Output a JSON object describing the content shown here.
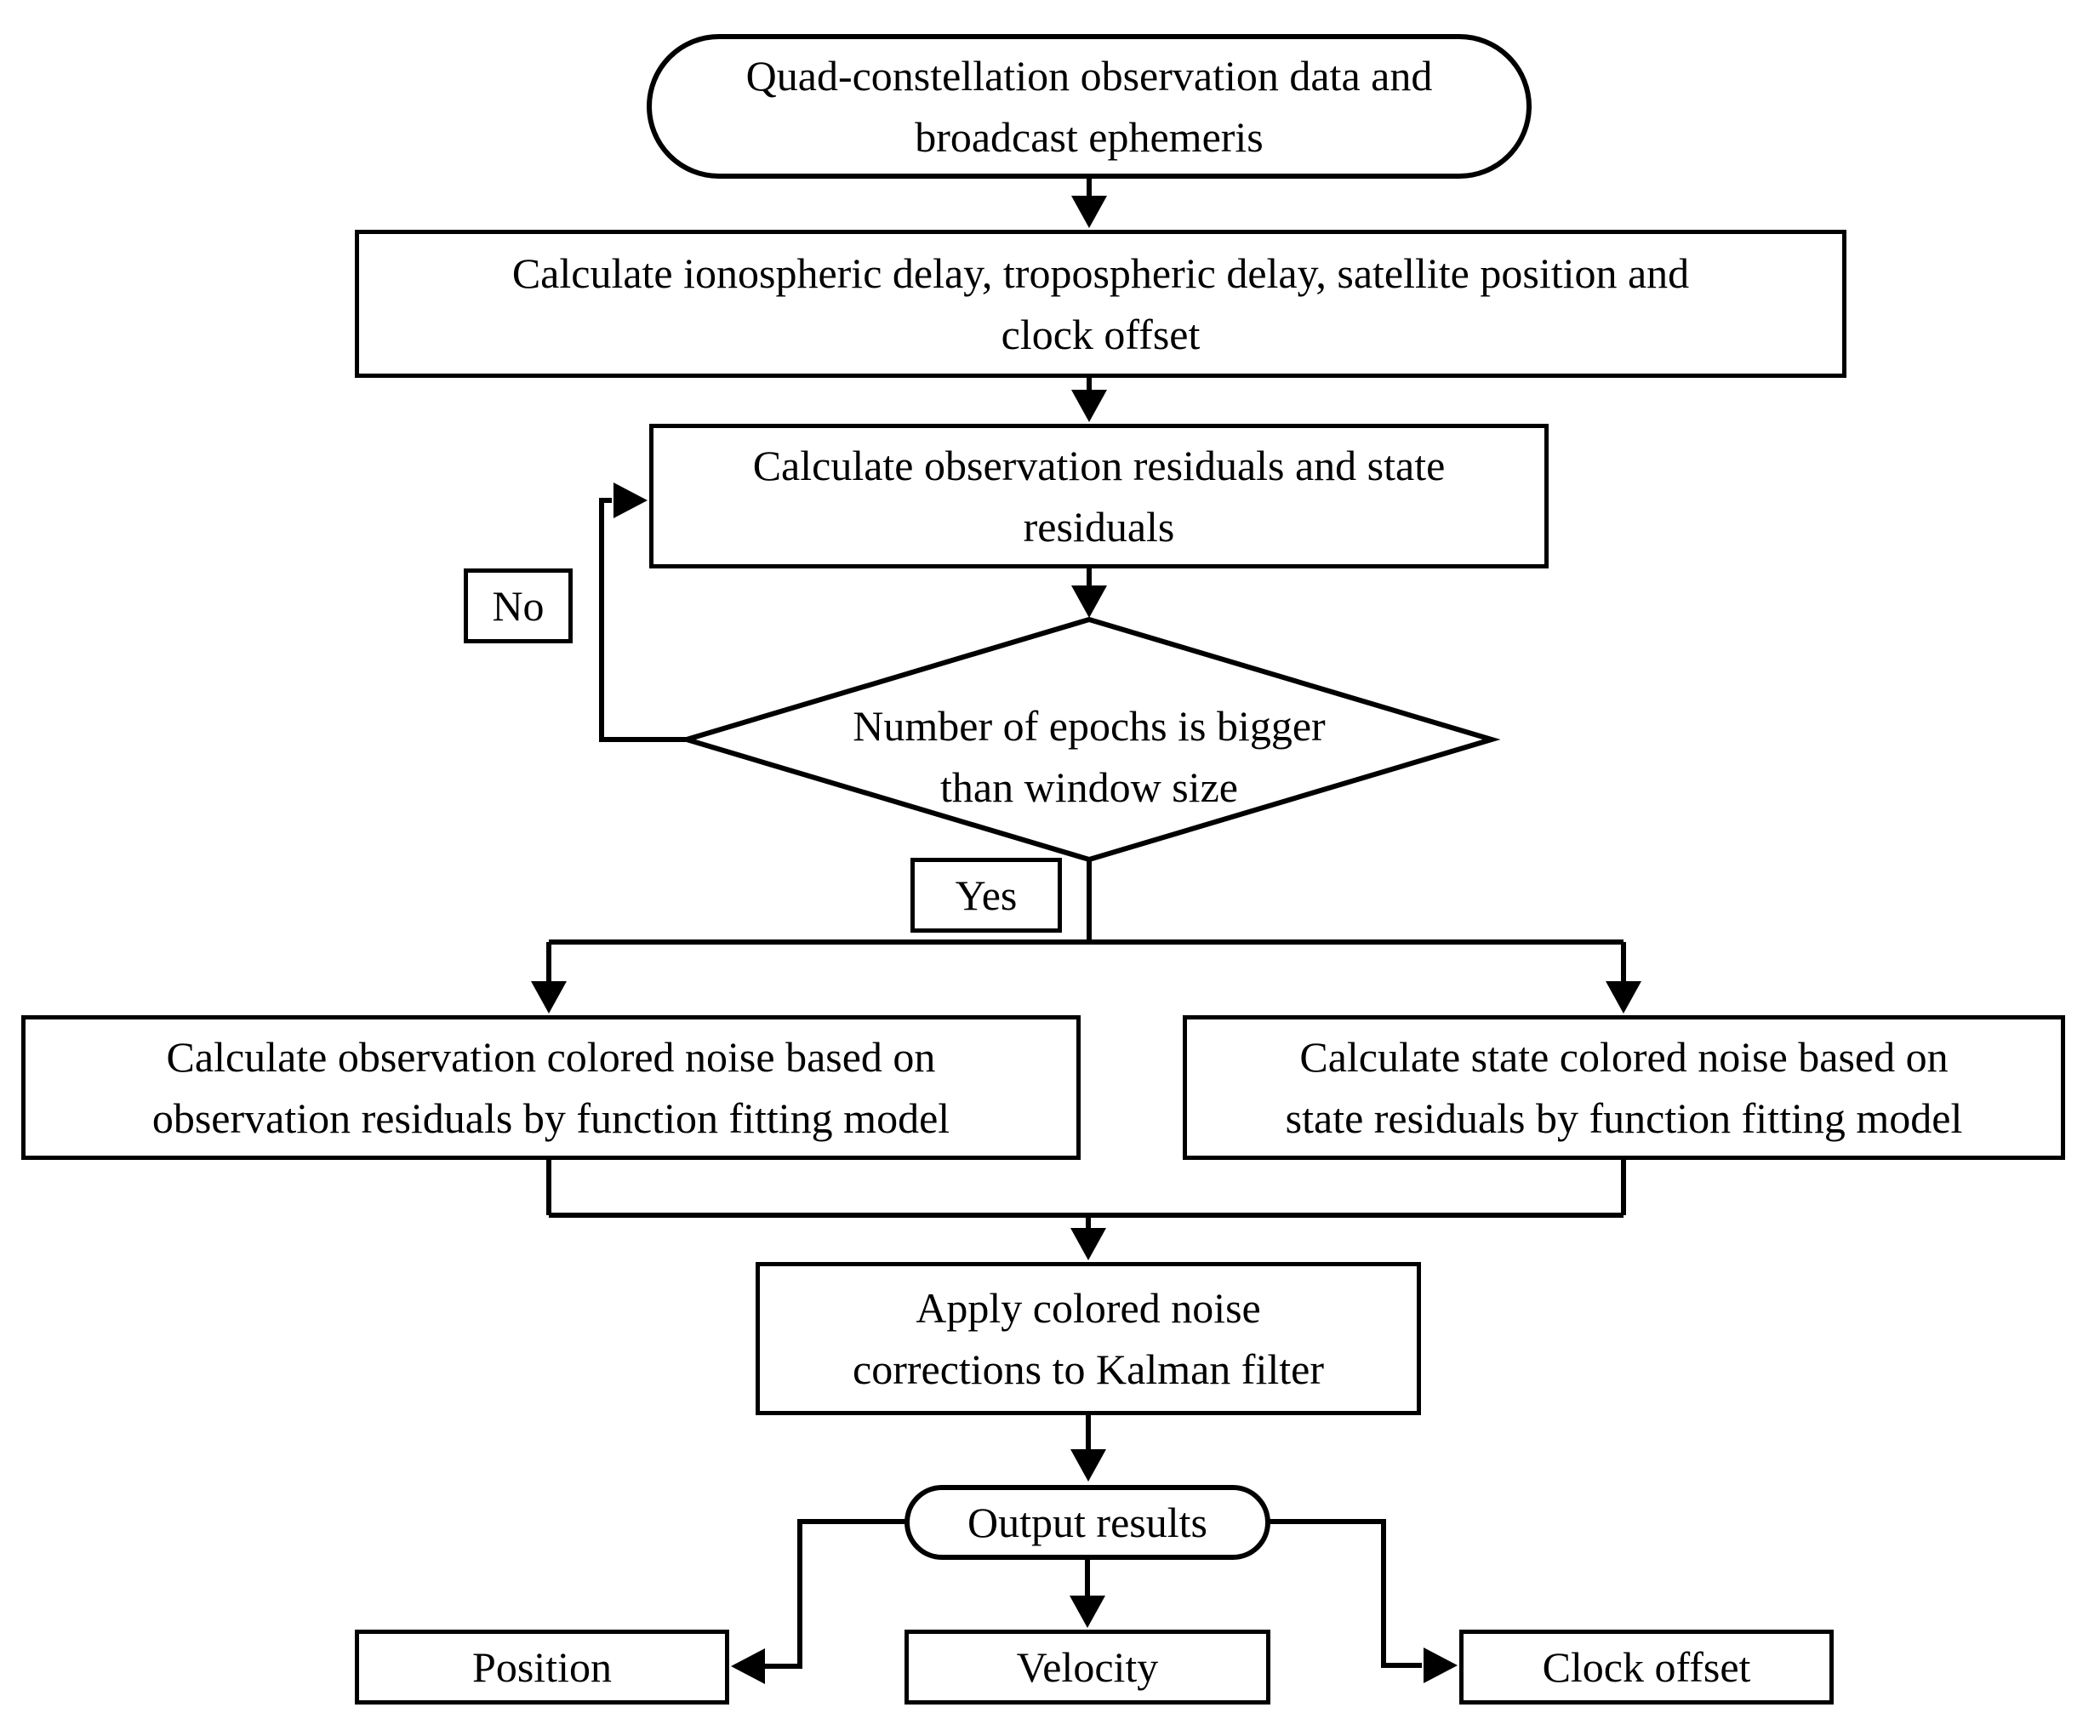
{
  "canvas": {
    "background": "#ffffff",
    "stroke_color": "#000000"
  },
  "flowchart": {
    "start": {
      "shape": "stadium",
      "lines": [
        "Quad-constellation observation data and",
        "broadcast ephemeris"
      ]
    },
    "preprocess": {
      "shape": "rect",
      "lines": [
        "Calculate ionospheric delay, tropospheric delay, satellite position and",
        "clock offset"
      ]
    },
    "residuals": {
      "shape": "rect",
      "lines": [
        "Calculate observation residuals and state",
        "residuals"
      ]
    },
    "decision": {
      "shape": "diamond",
      "lines": [
        "Number of epochs is bigger",
        "than window size"
      ]
    },
    "no_label": "No",
    "yes_label": "Yes",
    "obs_noise": {
      "shape": "rect",
      "lines": [
        "Calculate observation colored noise based on",
        "observation residuals by function fitting model"
      ]
    },
    "state_noise": {
      "shape": "rect",
      "lines": [
        "Calculate state colored noise based on",
        "state residuals by function fitting model"
      ]
    },
    "apply_corrections": {
      "shape": "rect",
      "lines": [
        "Apply colored noise",
        "corrections to Kalman filter"
      ]
    },
    "output": {
      "shape": "stadium",
      "lines": [
        "Output results"
      ]
    },
    "outputs": {
      "position": "Position",
      "velocity": "Velocity",
      "clock_offset": "Clock offset"
    }
  }
}
